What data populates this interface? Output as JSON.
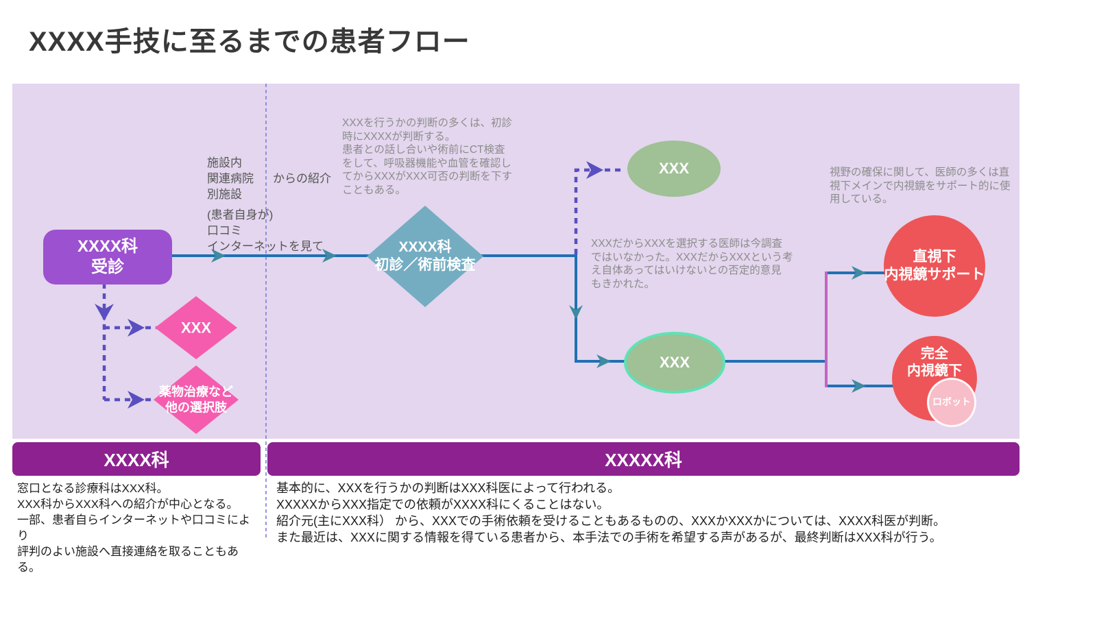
{
  "title": "XXXX手技に至るまでの患者フロー",
  "colors": {
    "background_panel": "#e3d6ee",
    "entry_node": "#9c51d0",
    "exam_diamond": "#74adc2",
    "alt_diamond": "#f55cae",
    "ellipse": "#a0c096",
    "ellipse_highlight_border": "#5fe2b4",
    "result_circle": "#ee5558",
    "robot_circle": "#f7bdc8",
    "banner": "#8e2190",
    "blue_line": "#2070b4",
    "teal_arrow": "#3e8aa0",
    "purple_dashed": "#5a4fbe",
    "magenta_line": "#c563c3",
    "note_text": "#8c8c8c"
  },
  "nodes": {
    "entry": {
      "label": "XXXX科\n受診"
    },
    "alt1": {
      "label": "XXX"
    },
    "alt2": {
      "label": "薬物治療など\n他の選択肢"
    },
    "exam": {
      "label": "XXXX科\n初診／術前検査"
    },
    "ellipse_top": {
      "label": "XXX"
    },
    "ellipse_bottom": {
      "label": "XXX"
    },
    "circle_direct": {
      "label": "直視下\n内視鏡サポート"
    },
    "circle_full": {
      "label": "完全\n内視鏡下"
    },
    "circle_robot": {
      "label": "ロボット"
    }
  },
  "labels": {
    "referral_sources": "施設内\n関連病院\n別施設",
    "referral_suffix": "からの紹介",
    "patient_self": "(患者自身が)\n口コミ\nインターネットを見て"
  },
  "notes": {
    "decision": "XXXを行うかの判断の多くは、初診\n時にXXXXが判断する。\n患者との話し合いや術前にCT検査\nをして、呼吸器機能や血管を確認し\nてからXXXがXXX可否の判断を下す\nこともある。",
    "opinion": "XXXだからXXXを選択する医師は今調査\nではいなかった。XXXだからXXXという考\nえ自体あってはいけないとの否定的意見\nもきかれた。",
    "view": "視野の確保に関して、医師の多くは直\n視下メインで内視鏡をサポート的に使\n用している。"
  },
  "banners": {
    "left": "XXXX科",
    "right": "XXXXX科"
  },
  "footnotes": {
    "left": "窓口となる診療科はXXX科。\nXXX科からXXX科への紹介が中心となる。\n一部、患者自らインターネットや口コミにより\n評判のよい施設へ直接連絡を取ることもある。",
    "right": "基本的に、XXXを行うかの判断はXXX科医によって行われる。\nXXXXXからXXX指定での依頼がXXXX科にくることはない。\n紹介元(主にXXX科） から、XXXでの手術依頼を受けることもあるものの、XXXかXXXかについては、XXXX科医が判断。\nまた最近は、XXXに関する情報を得ている患者から、本手法での手術を希望する声があるが、最終判断はXXX科が行う。"
  }
}
